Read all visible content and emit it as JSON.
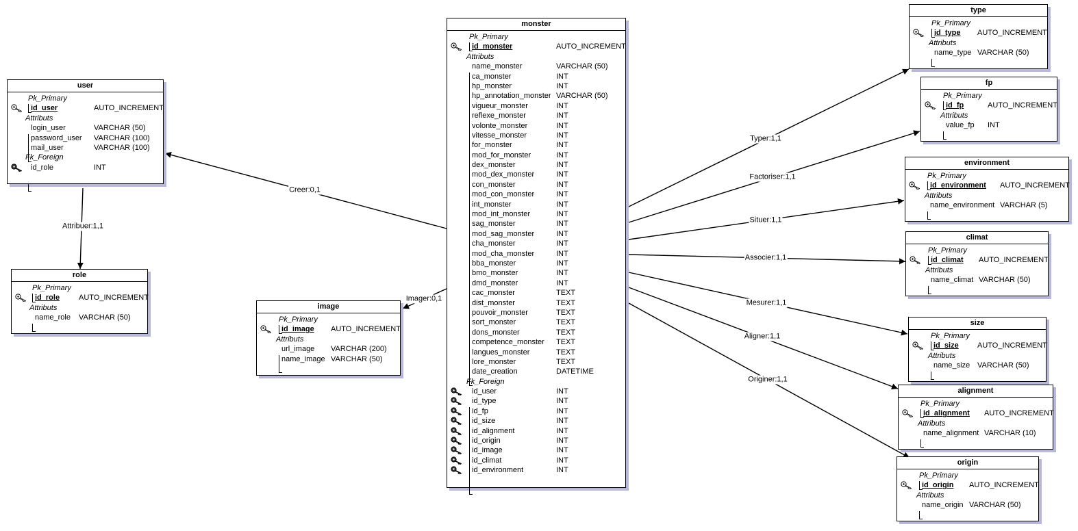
{
  "labels": {
    "pk_section": "Pk_Primary",
    "attr_section": "Attributs",
    "fk_section": "Fk_Foreign"
  },
  "entities": [
    {
      "id": "user",
      "title": "user",
      "nameCol": 30,
      "typeCol": 126,
      "pk": [
        {
          "name": "id_user",
          "type": "AUTO_INCREMENT"
        }
      ],
      "attrs": [
        {
          "name": "login_user",
          "type": "VARCHAR (50)"
        },
        {
          "name": "password_user",
          "type": "VARCHAR (100)"
        },
        {
          "name": "mail_user",
          "type": "VARCHAR (100)"
        }
      ],
      "fk": [
        {
          "name": "id_role",
          "type": "INT"
        }
      ]
    },
    {
      "id": "role",
      "title": "role",
      "nameCol": 30,
      "typeCol": 98,
      "pk": [
        {
          "name": "id_role",
          "type": "AUTO_INCREMENT"
        }
      ],
      "attrs": [
        {
          "name": "name_role",
          "type": "VARCHAR (50)"
        }
      ],
      "fk": []
    },
    {
      "id": "image",
      "title": "image",
      "nameCol": 32,
      "typeCol": 108,
      "pk": [
        {
          "name": "id_image",
          "type": "AUTO_INCREMENT"
        }
      ],
      "attrs": [
        {
          "name": "url_image",
          "type": "VARCHAR (200)"
        },
        {
          "name": "name_image",
          "type": "VARCHAR (50)"
        }
      ],
      "fk": []
    },
    {
      "id": "monster",
      "title": "monster",
      "nameCol": 32,
      "typeCol": 159,
      "pk": [
        {
          "name": "id_monster",
          "type": "AUTO_INCREMENT"
        }
      ],
      "attrs": [
        {
          "name": "name_monster",
          "type": "VARCHAR (50)"
        },
        {
          "name": "ca_monster",
          "type": "INT"
        },
        {
          "name": "hp_monster",
          "type": "INT"
        },
        {
          "name": "hp_annotation_monster",
          "type": "VARCHAR (50)"
        },
        {
          "name": "vigueur_monster",
          "type": "INT"
        },
        {
          "name": "reflexe_monster",
          "type": "INT"
        },
        {
          "name": "volonte_monster",
          "type": "INT"
        },
        {
          "name": "vitesse_monster",
          "type": "INT"
        },
        {
          "name": "for_monster",
          "type": "INT"
        },
        {
          "name": "mod_for_monster",
          "type": "INT"
        },
        {
          "name": "dex_monster",
          "type": "INT"
        },
        {
          "name": "mod_dex_monster",
          "type": "INT"
        },
        {
          "name": "con_monster",
          "type": "INT"
        },
        {
          "name": "mod_con_monster",
          "type": "INT"
        },
        {
          "name": "int_monster",
          "type": "INT"
        },
        {
          "name": "mod_int_monster",
          "type": "INT"
        },
        {
          "name": "sag_monster",
          "type": "INT"
        },
        {
          "name": "mod_sag_monster",
          "type": "INT"
        },
        {
          "name": "cha_monster",
          "type": "INT"
        },
        {
          "name": "mod_cha_monster",
          "type": "INT"
        },
        {
          "name": "bba_monster",
          "type": "INT"
        },
        {
          "name": "bmo_monster",
          "type": "INT"
        },
        {
          "name": "dmd_monster",
          "type": "INT"
        },
        {
          "name": "cac_monster",
          "type": "TEXT"
        },
        {
          "name": "dist_monster",
          "type": "TEXT"
        },
        {
          "name": "pouvoir_monster",
          "type": "TEXT"
        },
        {
          "name": "sort_monster",
          "type": "TEXT"
        },
        {
          "name": "dons_monster",
          "type": "TEXT"
        },
        {
          "name": "competence_monster",
          "type": "TEXT"
        },
        {
          "name": "langues_monster",
          "type": "TEXT"
        },
        {
          "name": "lore_monster",
          "type": "TEXT"
        },
        {
          "name": "date_creation",
          "type": "DATETIME"
        }
      ],
      "fk": [
        {
          "name": "id_user",
          "type": "INT"
        },
        {
          "name": "id_type",
          "type": "INT"
        },
        {
          "name": "id_fp",
          "type": "INT"
        },
        {
          "name": "id_size",
          "type": "INT"
        },
        {
          "name": "id_alignment",
          "type": "INT"
        },
        {
          "name": "id_origin",
          "type": "INT"
        },
        {
          "name": "id_image",
          "type": "INT"
        },
        {
          "name": "id_climat",
          "type": "INT"
        },
        {
          "name": "id_environment",
          "type": "INT"
        }
      ]
    },
    {
      "id": "type",
      "title": "type",
      "nameCol": 32,
      "typeCol": 99,
      "pk": [
        {
          "name": "id_type",
          "type": "AUTO_INCREMENT"
        }
      ],
      "attrs": [
        {
          "name": "name_type",
          "type": "VARCHAR (50)"
        }
      ],
      "fk": []
    },
    {
      "id": "fp",
      "title": "fp",
      "nameCol": 32,
      "typeCol": 97,
      "pk": [
        {
          "name": "id_fp",
          "type": "AUTO_INCREMENT"
        }
      ],
      "attrs": [
        {
          "name": "value_fp",
          "type": "INT"
        }
      ],
      "fk": []
    },
    {
      "id": "environment",
      "title": "environment",
      "nameCol": 32,
      "typeCol": 138,
      "pk": [
        {
          "name": "id_environment",
          "type": "AUTO_INCREMENT"
        }
      ],
      "attrs": [
        {
          "name": "name_environment",
          "type": "VARCHAR (5)"
        }
      ],
      "fk": []
    },
    {
      "id": "climat",
      "title": "climat",
      "nameCol": 32,
      "typeCol": 106,
      "pk": [
        {
          "name": "id_climat",
          "type": "AUTO_INCREMENT"
        }
      ],
      "attrs": [
        {
          "name": "name_climat",
          "type": "VARCHAR (50)"
        }
      ],
      "fk": []
    },
    {
      "id": "size",
      "title": "size",
      "nameCol": 32,
      "typeCol": 100,
      "pk": [
        {
          "name": "id_size",
          "type": "AUTO_INCREMENT"
        }
      ],
      "attrs": [
        {
          "name": "name_size",
          "type": "VARCHAR (50)"
        }
      ],
      "fk": []
    },
    {
      "id": "alignment",
      "title": "alignment",
      "nameCol": 32,
      "typeCol": 125,
      "pk": [
        {
          "name": "id_alignment",
          "type": "AUTO_INCREMENT"
        }
      ],
      "attrs": [
        {
          "name": "name_alignment",
          "type": "VARCHAR (10)"
        }
      ],
      "fk": []
    },
    {
      "id": "origin",
      "title": "origin",
      "nameCol": 32,
      "typeCol": 105,
      "pk": [
        {
          "name": "id_origin",
          "type": "AUTO_INCREMENT"
        }
      ],
      "attrs": [
        {
          "name": "name_origin",
          "type": "VARCHAR (50)"
        }
      ],
      "fk": []
    }
  ],
  "relationships": [
    {
      "id": "creer",
      "label": "Creer:0,1",
      "from": "monster",
      "to": "user"
    },
    {
      "id": "attribuer",
      "label": "Attribuer:1,1",
      "from": "user",
      "to": "role"
    },
    {
      "id": "imager",
      "label": "Imager:0,1",
      "from": "monster",
      "to": "image"
    },
    {
      "id": "typer",
      "label": "Typer:1,1",
      "from": "monster",
      "to": "type"
    },
    {
      "id": "factoriser",
      "label": "Factoriser:1,1",
      "from": "monster",
      "to": "fp"
    },
    {
      "id": "situer",
      "label": "Situer:1,1",
      "from": "monster",
      "to": "environment"
    },
    {
      "id": "associer",
      "label": "Associer:1,1",
      "from": "monster",
      "to": "climat"
    },
    {
      "id": "mesurer",
      "label": "Mesurer:1,1",
      "from": "monster",
      "to": "size"
    },
    {
      "id": "aligner",
      "label": "Aligner:1,1",
      "from": "monster",
      "to": "alignment"
    },
    {
      "id": "originer",
      "label": "Originer:1,1",
      "from": "monster",
      "to": "origin"
    }
  ]
}
